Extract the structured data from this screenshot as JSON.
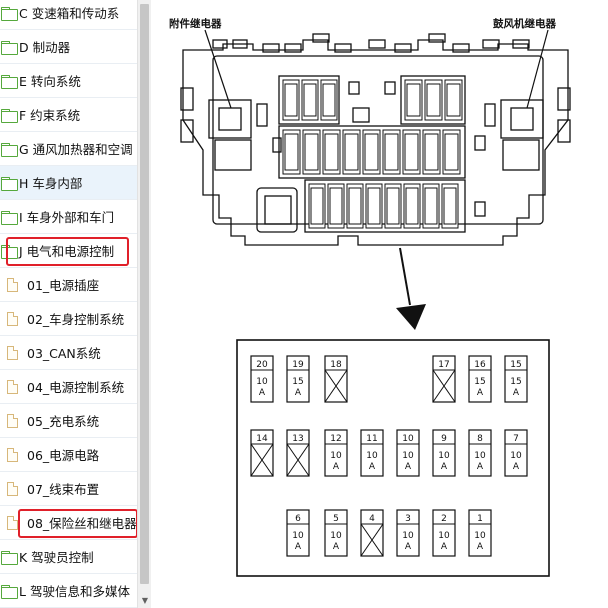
{
  "tree": {
    "items": [
      {
        "label": "C 变速箱和传动系",
        "kind": "folder"
      },
      {
        "label": "D 制动器",
        "kind": "folder"
      },
      {
        "label": "E 转向系统",
        "kind": "folder"
      },
      {
        "label": "F 约束系统",
        "kind": "folder"
      },
      {
        "label": "G 通风加热器和空调",
        "kind": "folder"
      },
      {
        "label": "H 车身内部",
        "kind": "folder"
      },
      {
        "label": "I 车身外部和车门",
        "kind": "folder"
      },
      {
        "label": "J 电气和电源控制",
        "kind": "folder",
        "highlighted": true
      },
      {
        "label": "01_电源插座",
        "kind": "file"
      },
      {
        "label": "02_车身控制系统",
        "kind": "file"
      },
      {
        "label": "03_CAN系统",
        "kind": "file"
      },
      {
        "label": "04_电源控制系统",
        "kind": "file"
      },
      {
        "label": "05_充电系统",
        "kind": "file"
      },
      {
        "label": "06_电源电路",
        "kind": "file"
      },
      {
        "label": "07_线束布置",
        "kind": "file"
      },
      {
        "label": "08_保险丝和继电器",
        "kind": "file",
        "highlighted": true
      },
      {
        "label": "K 驾驶员控制",
        "kind": "folder"
      },
      {
        "label": "L 驾驶信息和多媒体",
        "kind": "folder"
      }
    ]
  },
  "diagram": {
    "relay_labels": {
      "left": "附件继电器",
      "right": "鼓风机继电器"
    },
    "fuse_rows": [
      [
        {
          "id": "20",
          "rating": "10",
          "unit": "A"
        },
        {
          "id": "19",
          "rating": "15",
          "unit": "A"
        },
        {
          "id": "18",
          "rating": "",
          "unit": "",
          "empty": true
        },
        {
          "id": "17",
          "rating": "",
          "unit": "",
          "empty": true
        },
        {
          "id": "16",
          "rating": "15",
          "unit": "A"
        },
        {
          "id": "15",
          "rating": "15",
          "unit": "A"
        }
      ],
      [
        {
          "id": "14",
          "rating": "",
          "unit": "",
          "empty": true
        },
        {
          "id": "13",
          "rating": "",
          "unit": "",
          "empty": true
        },
        {
          "id": "12",
          "rating": "10",
          "unit": "A"
        },
        {
          "id": "11",
          "rating": "10",
          "unit": "A"
        },
        {
          "id": "10",
          "rating": "10",
          "unit": "A"
        },
        {
          "id": "9",
          "rating": "10",
          "unit": "A"
        },
        {
          "id": "8",
          "rating": "10",
          "unit": "A"
        },
        {
          "id": "7",
          "rating": "10",
          "unit": "A"
        }
      ],
      [
        {
          "id": "6",
          "rating": "10",
          "unit": "A"
        },
        {
          "id": "5",
          "rating": "10",
          "unit": "A"
        },
        {
          "id": "4",
          "rating": "",
          "unit": "",
          "empty": true
        },
        {
          "id": "3",
          "rating": "10",
          "unit": "A"
        },
        {
          "id": "2",
          "rating": "10",
          "unit": "A"
        },
        {
          "id": "1",
          "rating": "10",
          "unit": "A"
        }
      ]
    ]
  },
  "colors": {
    "highlight": "#e0202a",
    "folder": "#55a83c",
    "file": "#d7b77a",
    "selected_bg": "#eaf3fb"
  }
}
